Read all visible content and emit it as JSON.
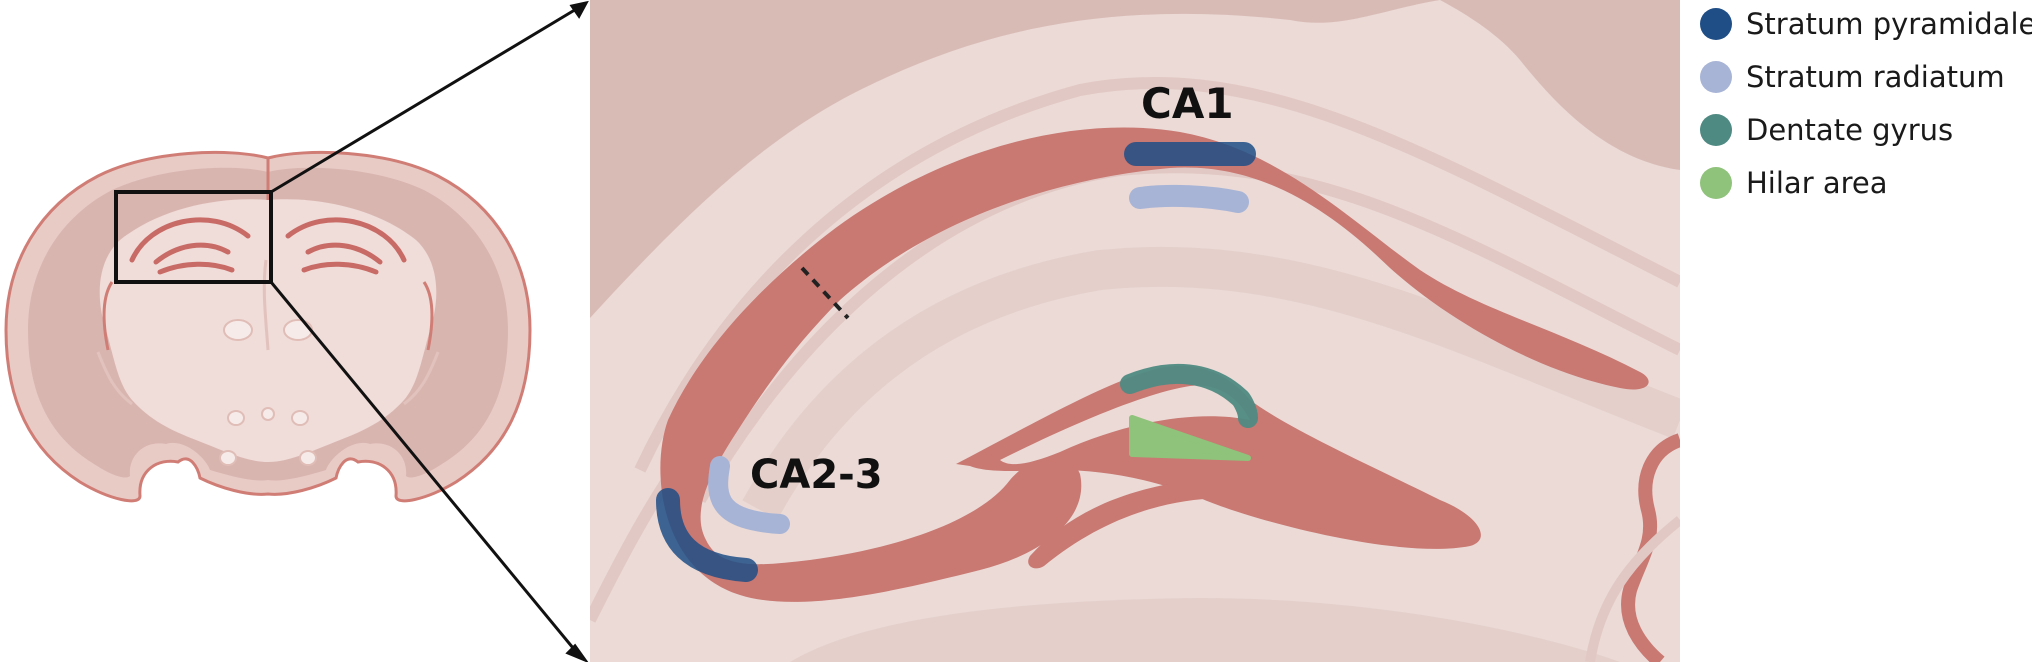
{
  "figure": {
    "regions": {
      "ca1": "CA1",
      "ca23": "CA2-3"
    },
    "legend": [
      {
        "label": "Stratum pyramidale",
        "color": "#1f4e86"
      },
      {
        "label": "Stratum radiatum",
        "color": "#a8b4d6"
      },
      {
        "label": "Dentate gyrus",
        "color": "#4f8a82"
      },
      {
        "label": "Hilar area",
        "color": "#8fc27a"
      }
    ]
  }
}
